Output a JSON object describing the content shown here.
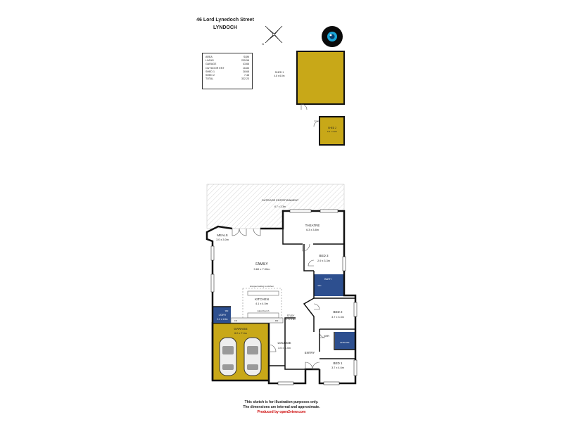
{
  "header": {
    "address_line1": "46 Lord Lynedoch Street",
    "address_line2": "LYNDOCH"
  },
  "area_table": {
    "col1": "AREA",
    "col2": "SQM",
    "rows": [
      {
        "label": "LIVING",
        "value": "235.58"
      },
      {
        "label": "GARAGE",
        "value": "43.66"
      },
      {
        "label": "OUTDOOR ENT",
        "value": "16.83"
      },
      {
        "label": "SHED 1",
        "value": "28.68"
      },
      {
        "label": "SHED 2",
        "value": "7.48"
      },
      {
        "label": "TOTAL",
        "value": "332.23"
      }
    ]
  },
  "rooms": {
    "shed1": {
      "name": "SHED 1",
      "dims": "4.8 x 6.0m"
    },
    "shed2": {
      "name": "SHED 2",
      "dims": "3.4 x 2.2m"
    },
    "outdoor": {
      "name": "OUTDOOR ENTERTAINMENT",
      "dims": "6.7 x 3.3m"
    },
    "theatre": {
      "name": "THEATRE",
      "dims": "6.3 x 3.8m"
    },
    "meals": {
      "name": "MEALS",
      "dims": "3.0 x 3.0m"
    },
    "family": {
      "name": "FAMILY",
      "dims": "9.60 x 7.00m"
    },
    "bed3": {
      "name": "BED 3",
      "dims": "2.9 x 3.3m"
    },
    "bath": {
      "name": "BATH"
    },
    "wc": {
      "name": "WC"
    },
    "kitchen": {
      "name": "KITCHEN",
      "dims": "4.1 x 4.5m",
      "note_top": "dropped ceiling to kitchen",
      "note_bottom": "island bench"
    },
    "laundry": {
      "name": "L'DRY",
      "dims": "2.2 x 1.8m"
    },
    "study": {
      "name": "STUDY",
      "dims": "2.7 x 1.9m"
    },
    "bed2": {
      "name": "BED 2",
      "dims": "3.7 x 3.3m"
    },
    "garage": {
      "name": "GARAGE",
      "dims": "6.0 x 7.4m"
    },
    "lounge": {
      "name": "LOUNGE",
      "dims": "3.5 x 5.4m"
    },
    "entry": {
      "name": "ENTRY"
    },
    "wir": {
      "name": "WIR"
    },
    "ensuite": {
      "name": "ENSUITE"
    },
    "bed1": {
      "name": "BED 1",
      "dims": "3.7 x 4.6m"
    }
  },
  "fixtures": {
    "fridge": "FR",
    "dishwasher": "DW",
    "wm": "WM"
  },
  "footer": {
    "line1": "This sketch is for illustration purposes only.",
    "line2": "The dimensions are internal and approximate.",
    "line3": "Produced by open2view.com"
  },
  "colors": {
    "shed": "#c8a818",
    "garage": "#c8a818",
    "wet": "#2d4f8f",
    "wall": "#111111"
  }
}
